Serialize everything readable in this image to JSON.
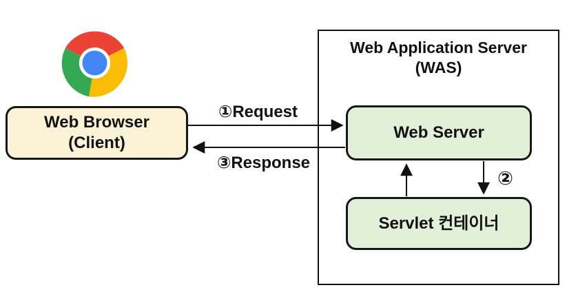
{
  "browser": {
    "line1": "Web Browser",
    "line2": "(Client)",
    "fill": "#FCF3D6",
    "border": "#161616"
  },
  "chrome_icon": {
    "name": "google-chrome-logo",
    "colors": {
      "red": "#EA4335",
      "yellow": "#FBBC05",
      "green": "#34A853",
      "blue": "#4285F4",
      "ring": "#FFFFFF"
    }
  },
  "was": {
    "title_line1": "Web Application Server",
    "title_line2": "(WAS)",
    "border": "#111111"
  },
  "web_server": {
    "label": "Web Server",
    "fill": "#E2EFD9",
    "border": "#161616"
  },
  "servlet_container": {
    "label": "Servlet 컨테이너",
    "fill": "#E2EFD9",
    "border": "#161616"
  },
  "flows": {
    "request": {
      "label": "①Request",
      "from": "Web Browser (Client)",
      "to": "Web Server"
    },
    "response": {
      "label": "③Response",
      "from": "Web Server",
      "to": "Web Browser (Client)"
    },
    "forward": {
      "label": "②",
      "from": "Web Server",
      "to": "Servlet 컨테이너"
    }
  }
}
